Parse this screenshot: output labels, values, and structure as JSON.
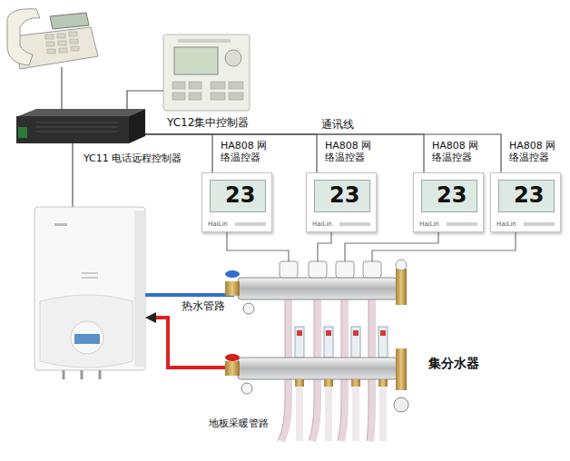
{
  "diagram": {
    "nodes": [
      {
        "text": [
          "YC12集中控制器"
        ]
      },
      {
        "text": [
          "YC11 电话远程控制器"
        ]
      },
      {
        "text": [
          "HA808 网络温控器",
          "23",
          "HaiLin"
        ]
      },
      {
        "text": [
          "HA808 网络温控器",
          "23",
          "HaiLin"
        ]
      },
      {
        "text": [
          "HA808 网络温控器",
          "23",
          "HaiLin"
        ]
      },
      {
        "text": [
          "HA808 网络温控器",
          "23",
          "HaiLin"
        ]
      },
      {
        "text": [
          "集分水器"
        ]
      }
    ],
    "edges": [
      {
        "from": 0,
        "to": 1,
        "arrow": "none"
      },
      {
        "from": 1,
        "to": 2,
        "arrow": "none"
      },
      {
        "from": 1,
        "to": 3,
        "arrow": "none"
      },
      {
        "from": 1,
        "to": 4,
        "arrow": "none"
      },
      {
        "from": 1,
        "to": 5,
        "arrow": "none"
      },
      {
        "from": 2,
        "to": 6,
        "arrow": "none"
      },
      {
        "from": 3,
        "to": 6,
        "arrow": "none"
      },
      {
        "from": 4,
        "to": 6,
        "arrow": "none"
      },
      {
        "from": 5,
        "to": 6,
        "arrow": "none"
      }
    ],
    "labels": [
      "通讯线",
      "热水管路",
      "地板采暖管路"
    ]
  }
}
